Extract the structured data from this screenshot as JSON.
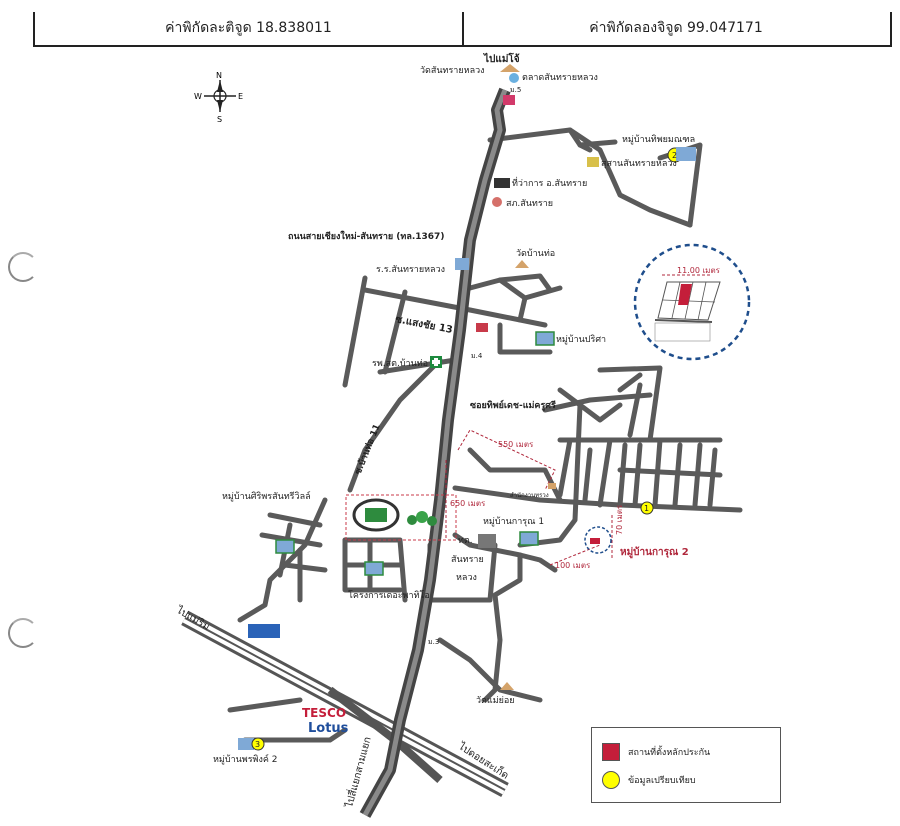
{
  "header": {
    "latitude": "ค่าพิกัดละติจูด 18.838011",
    "longitude": "ค่าพิกัดลองจิจูด 99.047171"
  },
  "compass": {
    "n": "N",
    "s": "S",
    "e": "E",
    "w": "W"
  },
  "labels": {
    "to_mae_jo": "ไปแม่โจ้",
    "wat_santsai_luang": "วัดสันทรายหลวง",
    "talat_santsai_luang": "ตลาดสันทรายหลวง",
    "moo5": "ม.5",
    "moo_thip_phayom": "หมู่บ้านทิพยมณฑล",
    "susan": "สุสานสันทรายหลวง",
    "amphoe_office": "ที่ว่าการ อ.สันทราย",
    "police": "สภ.สันทราย",
    "main_road": "ถนนสายเชียงใหม่-สันทราย (ทล.1367)",
    "school": "ร.ร.สันทรายหลวง",
    "wat_ban_tho": "วัดบ้านท่อ",
    "soi_saeng_chai": "ซ.แสงชัย 13",
    "moo_parisa": "หมู่บ้านปริศา",
    "hospital": "รพ.สต.บ้านท่อ",
    "moo4": "ม.4",
    "soi_ban_tho": "ซ.บ้านท่อ 11",
    "soi_thip": "ซอยทิพย์เดช-แม่ครูศรี",
    "m550": "550 เมตร",
    "m650": "650 เมตร",
    "m100": "100 เมตร",
    "m70": "70 เมตร",
    "m11": "11.00 เมตร",
    "office_small": "สำนักงานทรวง",
    "moo_sirisuk": "หมู่บ้านศิริพรสันทรีวิลล์",
    "moo_karun1": "หมู่บ้านการุณ 1",
    "moo_karun2": "หมู่บ้านการุณ 2",
    "tessaban_1": "ทต.",
    "tessaban_2": "สันทราย",
    "tessaban_3": "หลวง",
    "project": "โครงการเดอะพาทิโอ",
    "to_mae_rim": "ไปแม่ริม",
    "moo3": "ม.3",
    "wat_mae_oi": "วัดแม่ย่อย",
    "tesco": "TESCO",
    "lotus": "Lotus",
    "moo_phon_phing": "หมู่บ้านพรพิงค์ 2",
    "to_kaeo_lam_yaek": "ไปสี่แยกสามแยก",
    "to_saket": "ไปดอยสะเก็ด",
    "num1": "1",
    "num2": "2",
    "num3": "3"
  },
  "legend": {
    "collateral": "สถานที่ตั้งหลักประกัน",
    "comparison": "ข้อมูลเปรียบเทียบ",
    "collateral_color": "#c41e3a",
    "comparison_color": "#ffff00"
  },
  "colors": {
    "road": "#555555",
    "main_road": "#4a4a4a",
    "dim_red": "#b0283c",
    "circle_blue": "#1f4e8c"
  }
}
